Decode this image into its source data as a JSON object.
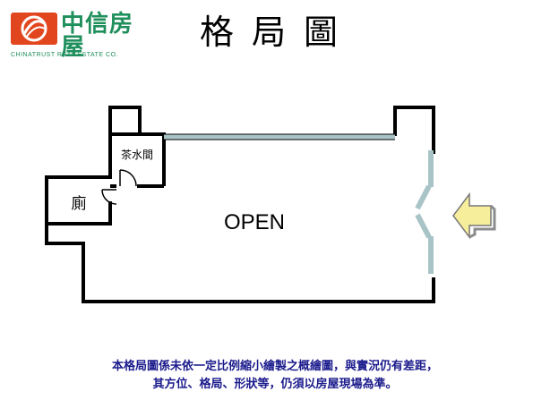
{
  "header": {
    "logo_cn": "中信房屋",
    "logo_en": "CHINATRUST REAL ESTATE CO.",
    "title": "格局圖"
  },
  "floorplan": {
    "rooms": {
      "tea_room": "茶水間",
      "restroom": "廁",
      "main_area": "OPEN"
    },
    "wall_color": "#000000",
    "window_color": "#a9c4c7",
    "arrow_color": "#f7ee9c"
  },
  "footer": {
    "line1": "本格局圖係未依一定比例縮小繪製之概繪圖，與實況仍有差距，",
    "line2": "其方位、格局、形狀等，仍須以房屋現場為準。"
  }
}
